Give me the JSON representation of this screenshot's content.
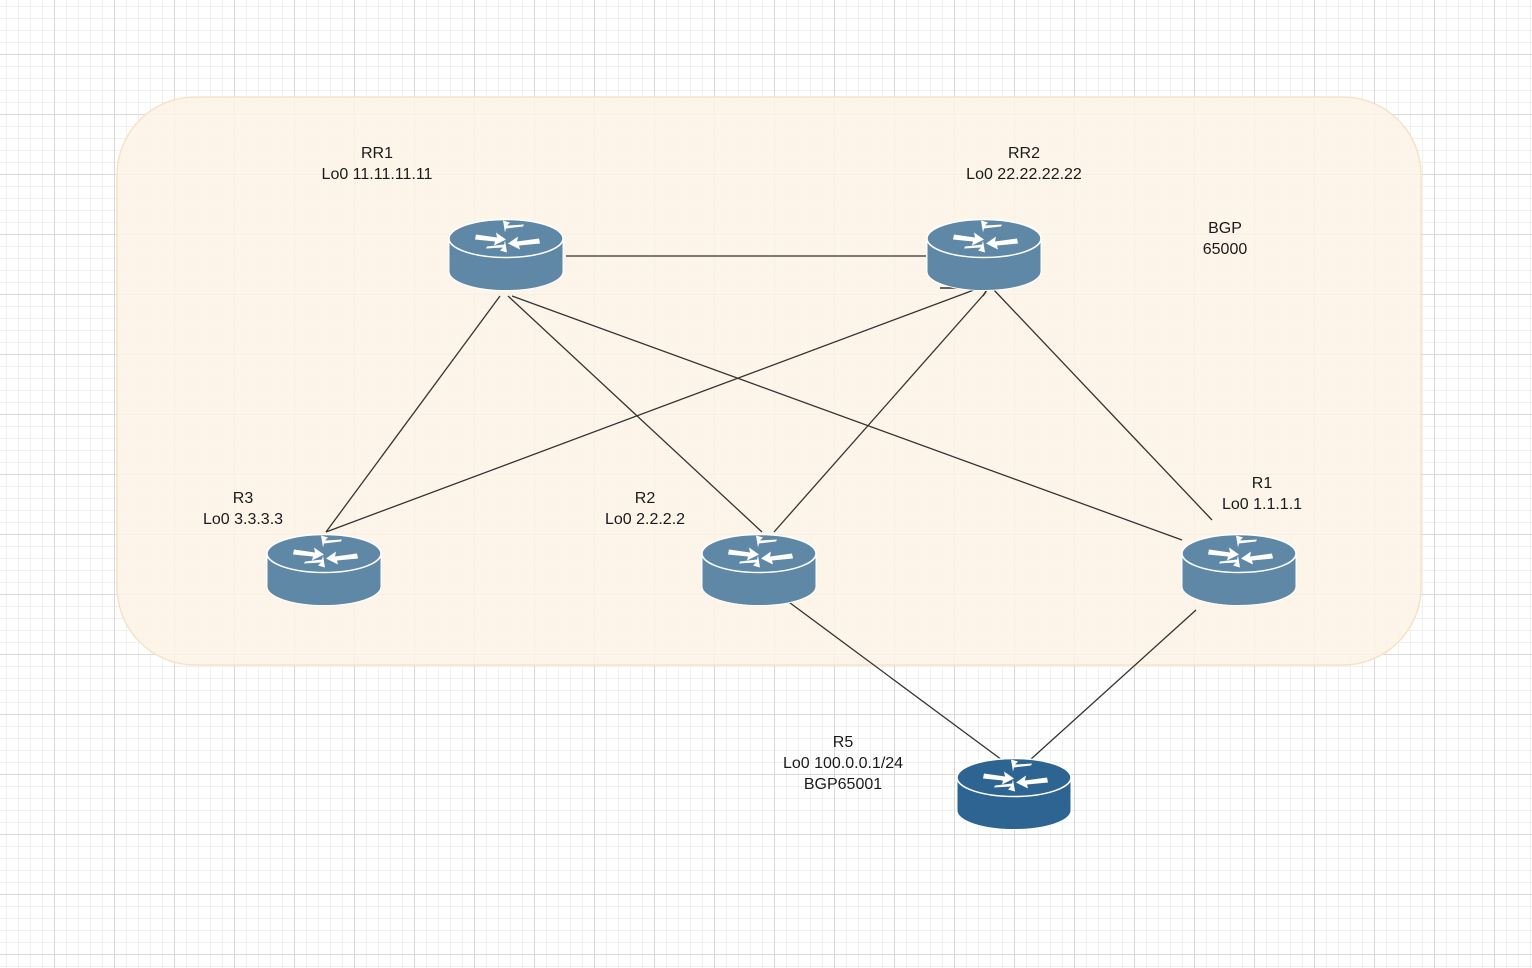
{
  "area": {
    "label_line1": "BGP",
    "label_line2": "65000",
    "fill": "#fdf3e6",
    "stroke": "#f6e3c5"
  },
  "nodes": {
    "rr1": {
      "name": "RR1",
      "detail": "Lo0 11.11.11.11",
      "extra": "",
      "color": "#5f87a6"
    },
    "rr2": {
      "name": "RR2",
      "detail": "Lo0 22.22.22.22",
      "extra": "",
      "color": "#5f87a6"
    },
    "r3": {
      "name": "R3",
      "detail": "Lo0 3.3.3.3",
      "extra": "",
      "color": "#5f87a6"
    },
    "r2": {
      "name": "R2",
      "detail": "Lo0 2.2.2.2",
      "extra": "",
      "color": "#5f87a6"
    },
    "r1": {
      "name": "R1",
      "detail": "Lo0 1.1.1.1",
      "extra": "",
      "color": "#5f87a6"
    },
    "r5": {
      "name": "R5",
      "detail": "Lo0 100.0.0.1/24",
      "extra": "BGP65001",
      "color": "#2d6491"
    }
  },
  "links": [
    {
      "from": "rr1",
      "to": "rr2"
    },
    {
      "from": "rr1",
      "to": "r3"
    },
    {
      "from": "rr1",
      "to": "r2"
    },
    {
      "from": "rr1",
      "to": "r1"
    },
    {
      "from": "rr2",
      "to": "r3"
    },
    {
      "from": "rr2",
      "to": "r2"
    },
    {
      "from": "rr2",
      "to": "r1"
    },
    {
      "from": "r2",
      "to": "r5"
    },
    {
      "from": "r1",
      "to": "r5"
    }
  ]
}
